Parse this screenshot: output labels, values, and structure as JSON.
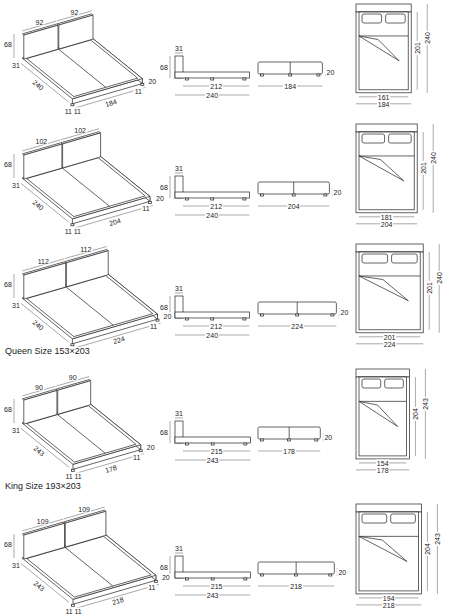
{
  "diagram": {
    "labels": [
      "92",
      "92",
      "68",
      "31",
      "240",
      "11",
      "11",
      "184",
      "11",
      "20",
      "31",
      "68",
      "212",
      "240",
      "20",
      "184",
      "161",
      "184",
      "201",
      "240",
      "102",
      "102",
      "68",
      "31",
      "240",
      "11",
      "11",
      "204",
      "11",
      "20",
      "31",
      "68",
      "212",
      "240",
      "20",
      "204",
      "181",
      "204",
      "201",
      "240",
      "112",
      "112",
      "68",
      "31",
      "240",
      "11",
      "11",
      "224",
      "11",
      "20",
      "31",
      "68",
      "212",
      "240",
      "20",
      "224",
      "201",
      "224",
      "201",
      "240",
      "Queen Size 153×203",
      "90",
      "90",
      "68",
      "31",
      "243",
      "11",
      "11",
      "178",
      "11",
      "20",
      "31",
      "68",
      "215",
      "243",
      "20",
      "178",
      "154",
      "178",
      "204",
      "243",
      "King Size 193×203",
      "109",
      "109",
      "68",
      "31",
      "243",
      "11",
      "11",
      "218",
      "11",
      "20",
      "31",
      "68",
      "215",
      "243",
      "20",
      "218",
      "194",
      "218",
      "204",
      "243"
    ]
  }
}
